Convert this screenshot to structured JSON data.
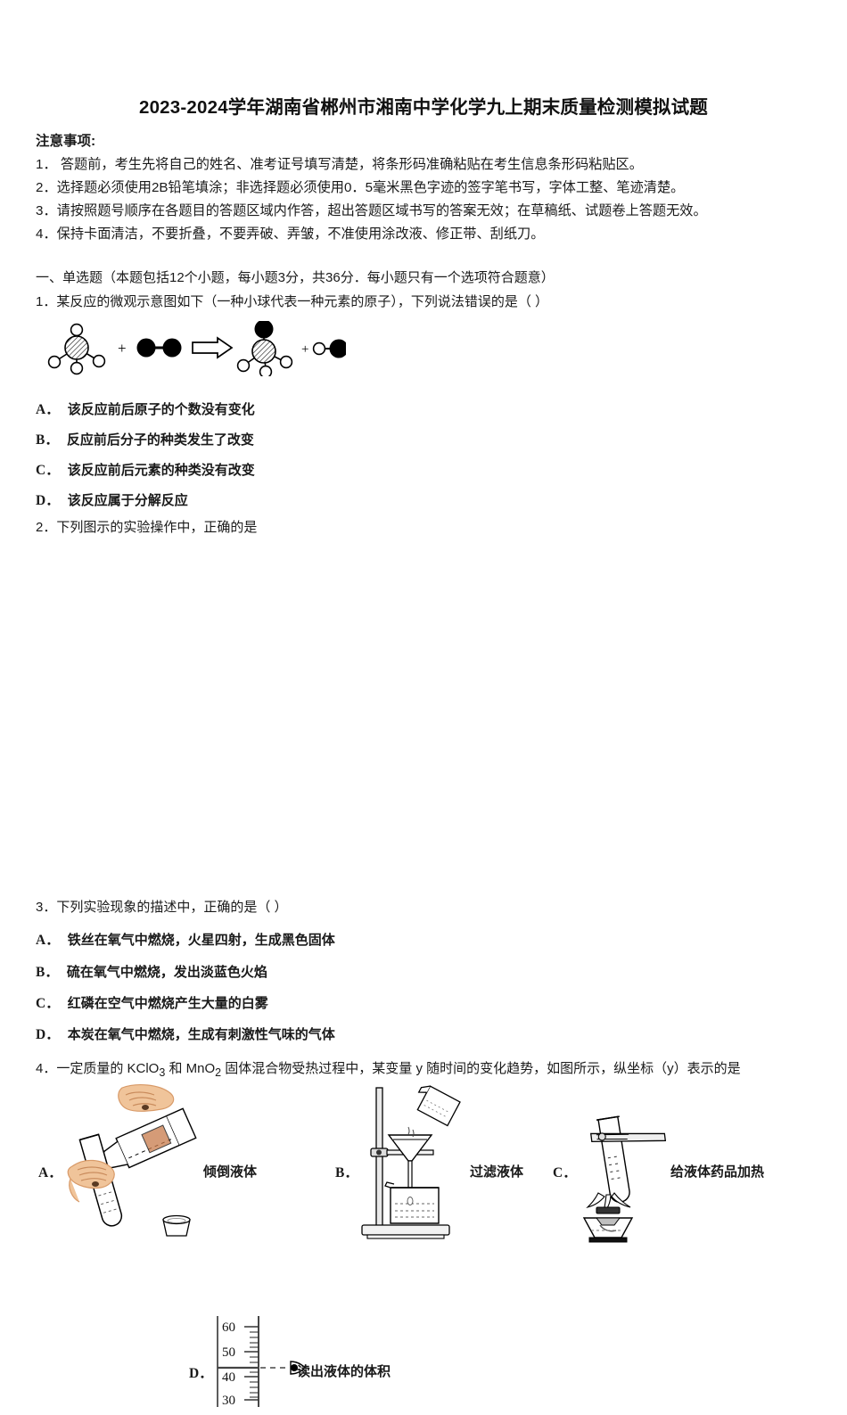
{
  "document": {
    "title": "2023-2024学年湖南省郴州市湘南中学化学九上期末质量检测模拟试题",
    "notice_heading": "注意事项:",
    "notices": [
      "1．  答题前，考生先将自己的姓名、准考证号填写清楚，将条形码准确粘贴在考生信息条形码粘贴区。",
      "2．选择题必须使用2B铅笔填涂；非选择题必须使用0．5毫米黑色字迹的签字笔书写，字体工整、笔迹清楚。",
      "3．请按照题号顺序在各题目的答题区域内作答，超出答题区域书写的答案无效；在草稿纸、试题卷上答题无效。",
      "4．保持卡面清洁，不要折叠，不要弄破、弄皱，不准使用涂改液、修正带、刮纸刀。"
    ],
    "section_heading": "一、单选题（本题包括12个小题，每小题3分，共36分．每小题只有一个选项符合题意）"
  },
  "questions": [
    {
      "number": "1",
      "stem": "1．某反应的微观示意图如下（一种小球代表一种元素的原子），下列说法错误的是（ ）",
      "figure": "molecular-reaction-diagram",
      "options": [
        {
          "letter": "A．",
          "text": "该反应前后原子的个数没有变化"
        },
        {
          "letter": "B．",
          "text": "反应前后分子的种类发生了改变"
        },
        {
          "letter": "C．",
          "text": "该反应前后元素的种类没有改变"
        },
        {
          "letter": "D．",
          "text": "该反应属于分解反应"
        }
      ]
    },
    {
      "number": "2",
      "stem": "2．下列图示的实验操作中，正确的是",
      "options": [
        {
          "letter": "A．",
          "caption": "倾倒液体",
          "figure": "pouring-liquid-illustration"
        },
        {
          "letter": "B．",
          "caption": "过滤液体",
          "figure": "filtration-apparatus-illustration"
        },
        {
          "letter": "C．",
          "caption": "给液体药品加热",
          "figure": "heating-test-tube-illustration"
        },
        {
          "letter": "D．",
          "caption": "读出液体的体积",
          "figure": "graduated-cylinder-reading-illustration"
        }
      ]
    },
    {
      "number": "3",
      "stem": "3．下列实验现象的描述中，正确的是（    ）",
      "options": [
        {
          "letter": "A．",
          "text": "铁丝在氧气中燃烧，火星四射，生成黑色固体"
        },
        {
          "letter": "B．",
          "text": "硫在氧气中燃烧，发出淡蓝色火焰"
        },
        {
          "letter": "C．",
          "text": "红磷在空气中燃烧产生大量的白雾"
        },
        {
          "letter": "D．",
          "text": "本炭在氧气中燃烧，生成有刺激性气味的气体"
        }
      ]
    },
    {
      "number": "4",
      "stem_parts": {
        "before": "4．一定质量的 KClO",
        "sub1": "3",
        "middle": " 和 MnO",
        "sub2": "2",
        "after": " 固体混合物受热过程中，某变量 y 随时间的变化趋势，如图所示，纵坐标（y）表示的是"
      }
    }
  ],
  "figure_details": {
    "graduated_cylinder_ticks": [
      "60",
      "50",
      "40",
      "30"
    ]
  },
  "colors": {
    "text": "#1a1a1a",
    "ink": "#000000",
    "skin": "#f0c49a",
    "skin_shadow": "#d89a68",
    "glass": "#ffffff"
  }
}
